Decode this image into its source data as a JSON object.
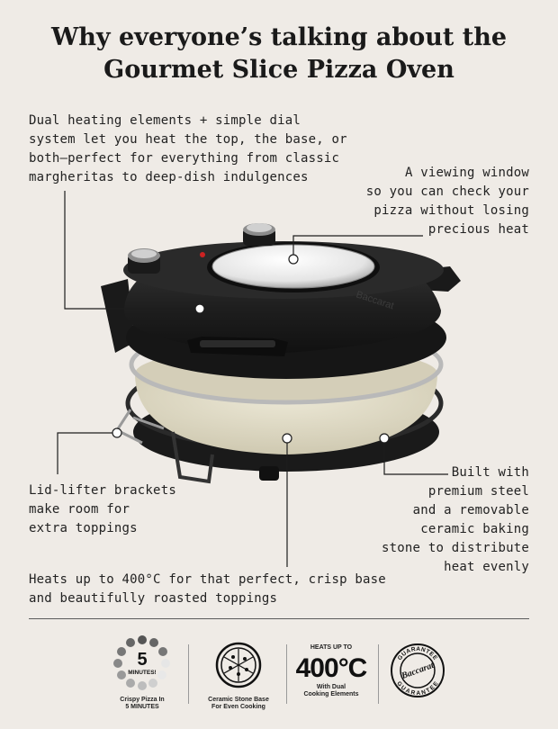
{
  "title": {
    "line1": "Why everyone’s talking about the",
    "line2": "Gourmet Slice Pizza Oven"
  },
  "callouts": {
    "heating": "Dual heating elements + simple dial\nsystem let you heat the top, the base, or\nboth—perfect for everything from classic\nmargheritas to deep-dish indulgences",
    "window": "A viewing window\nso you can check your\npizza without losing\nprecious heat",
    "brackets": "Lid-lifter brackets\nmake room for\nextra toppings",
    "steel": "Built with\npremium steel\nand a removable\nceramic baking\nstone to distribute\nheat evenly",
    "temp": "Heats up to 400°C for that perfect, crisp base\nand beautifully roasted toppings"
  },
  "product": {
    "brand_on_lid": "Baccarat"
  },
  "badges": {
    "timer": {
      "number": "5",
      "unit": "MINUTES!",
      "caption": "Crispy Pizza In\n5 MINUTES"
    },
    "stone": {
      "caption": "Ceramic Stone Base\nFor Even Cooking"
    },
    "heat": {
      "top": "HEATS UP TO",
      "value": "400",
      "unit": "°C",
      "caption": "With Dual\nCooking Elements"
    },
    "guarantee": {
      "top": "GUARANTEE",
      "brand": "Baccarat",
      "bottom": "GUARANTEE"
    }
  },
  "colors": {
    "background": "#efebe6",
    "oven_black": "#1c1c1c",
    "stone_cream": "#ddd8c3",
    "steel": "#b8b8b8"
  }
}
